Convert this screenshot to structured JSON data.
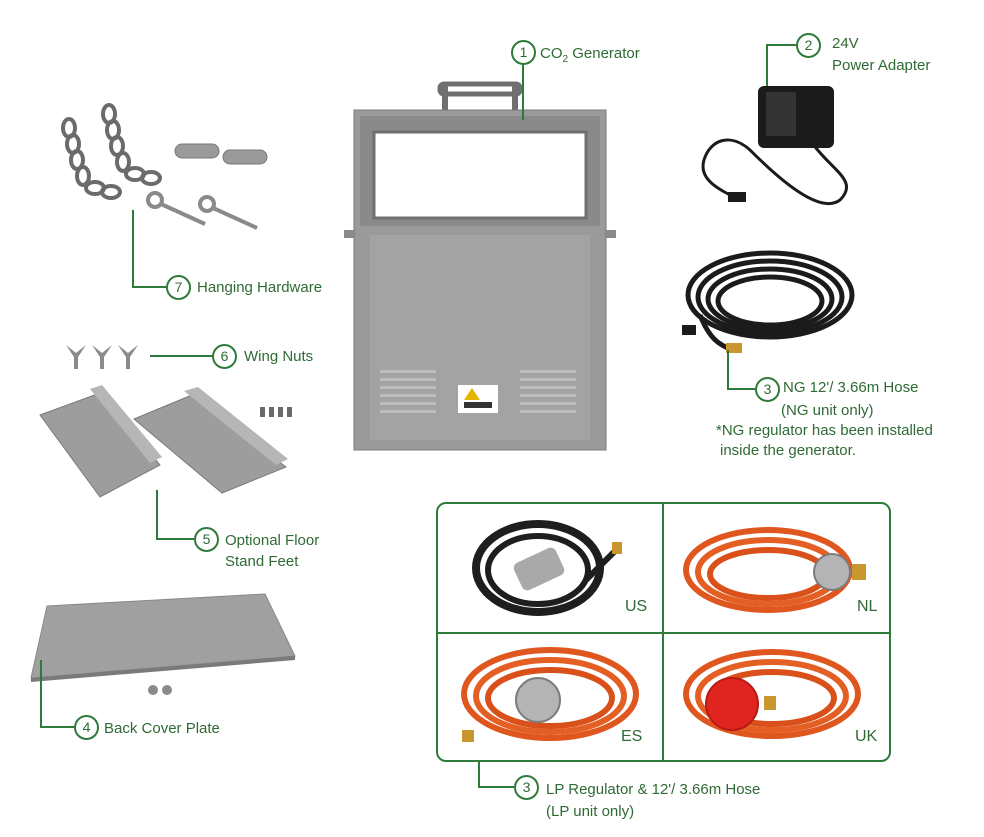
{
  "accent_color": "#2e7a3a",
  "parts": {
    "co2_generator": {
      "number": "1",
      "name": "CO",
      "subscript": "2",
      "name_rest": " Generator"
    },
    "power_adapter": {
      "number": "2",
      "line1": "24V",
      "line2": "Power Adapter"
    },
    "ng_hose": {
      "number": "3",
      "line1": "NG 12'/ 3.66m Hose",
      "line2": "(NG unit only)",
      "note1": "*NG regulator has been installed",
      "note2": "inside the generator."
    },
    "lp_hose": {
      "number": "3",
      "line1": "LP Regulator & 12'/ 3.66m Hose",
      "line2": "(LP unit only)"
    },
    "back_cover": {
      "number": "4",
      "name": "Back Cover Plate"
    },
    "floor_stand": {
      "number": "5",
      "line1": "Optional Floor",
      "line2": "Stand Feet"
    },
    "wing_nuts": {
      "number": "6",
      "name": "Wing Nuts"
    },
    "hanging_hardware": {
      "number": "7",
      "name": "Hanging Hardware"
    }
  },
  "regions": [
    "US",
    "NL",
    "ES",
    "UK"
  ]
}
